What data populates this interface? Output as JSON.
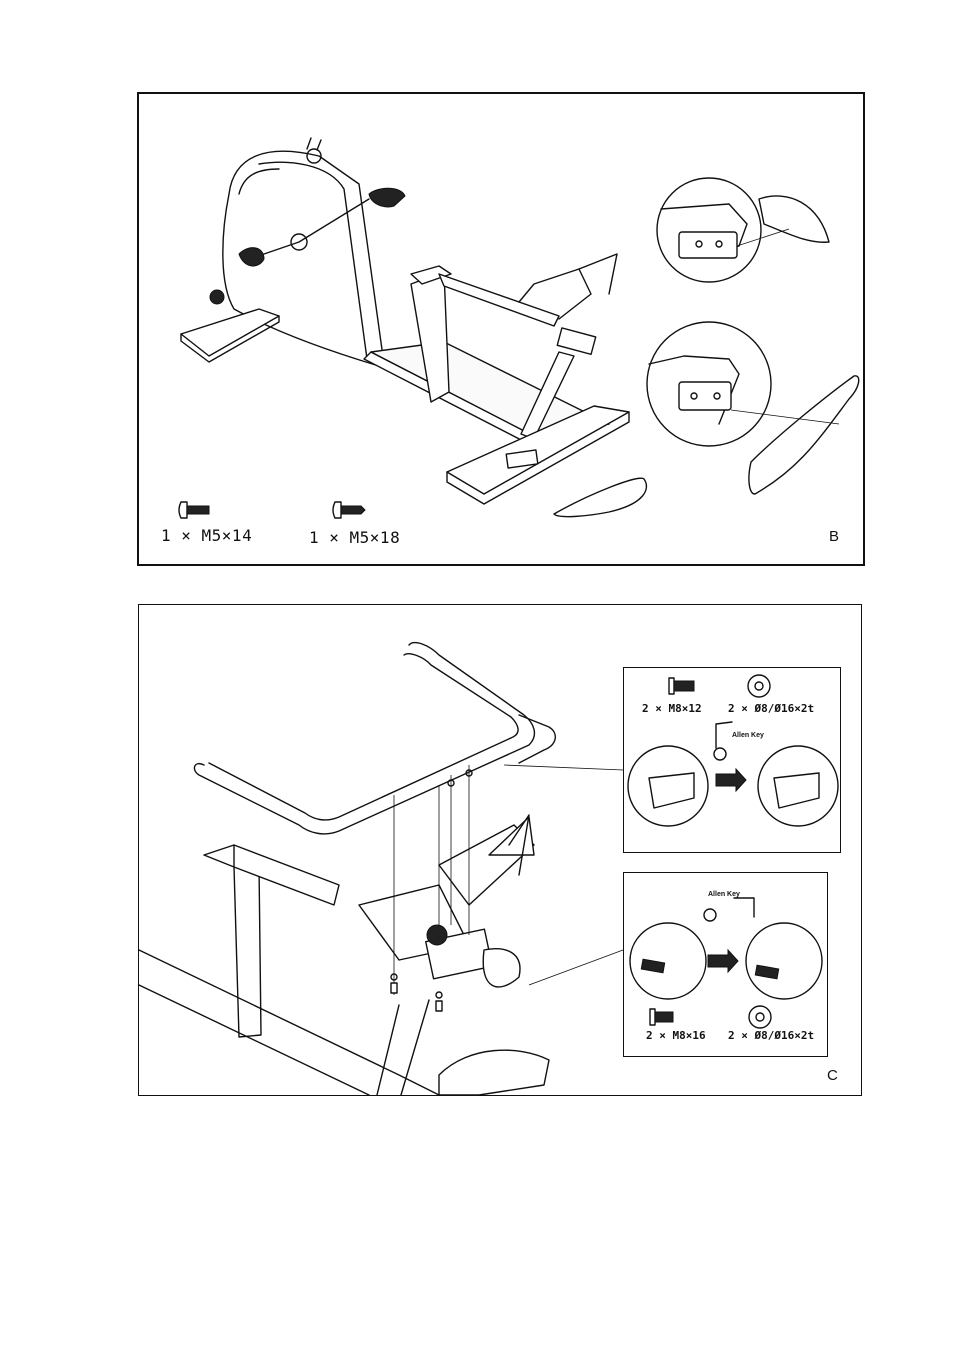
{
  "panel_b": {
    "label": "B",
    "screws": [
      {
        "qty_spec": "1 × M5×14",
        "icon": "screw-icon"
      },
      {
        "qty_spec": "1 × M5×18",
        "icon": "screw-icon"
      }
    ]
  },
  "panel_c": {
    "label": "C",
    "inset_top": {
      "bolt_spec": "2 × M8×12",
      "washer_spec": "2 × Ø8/Ø16×2t",
      "tool_label": "Allen Key"
    },
    "inset_bottom": {
      "bolt_spec": "2 × M8×16",
      "washer_spec": "2 × Ø8/Ø16×2t",
      "tool_label": "Allen Key"
    }
  }
}
